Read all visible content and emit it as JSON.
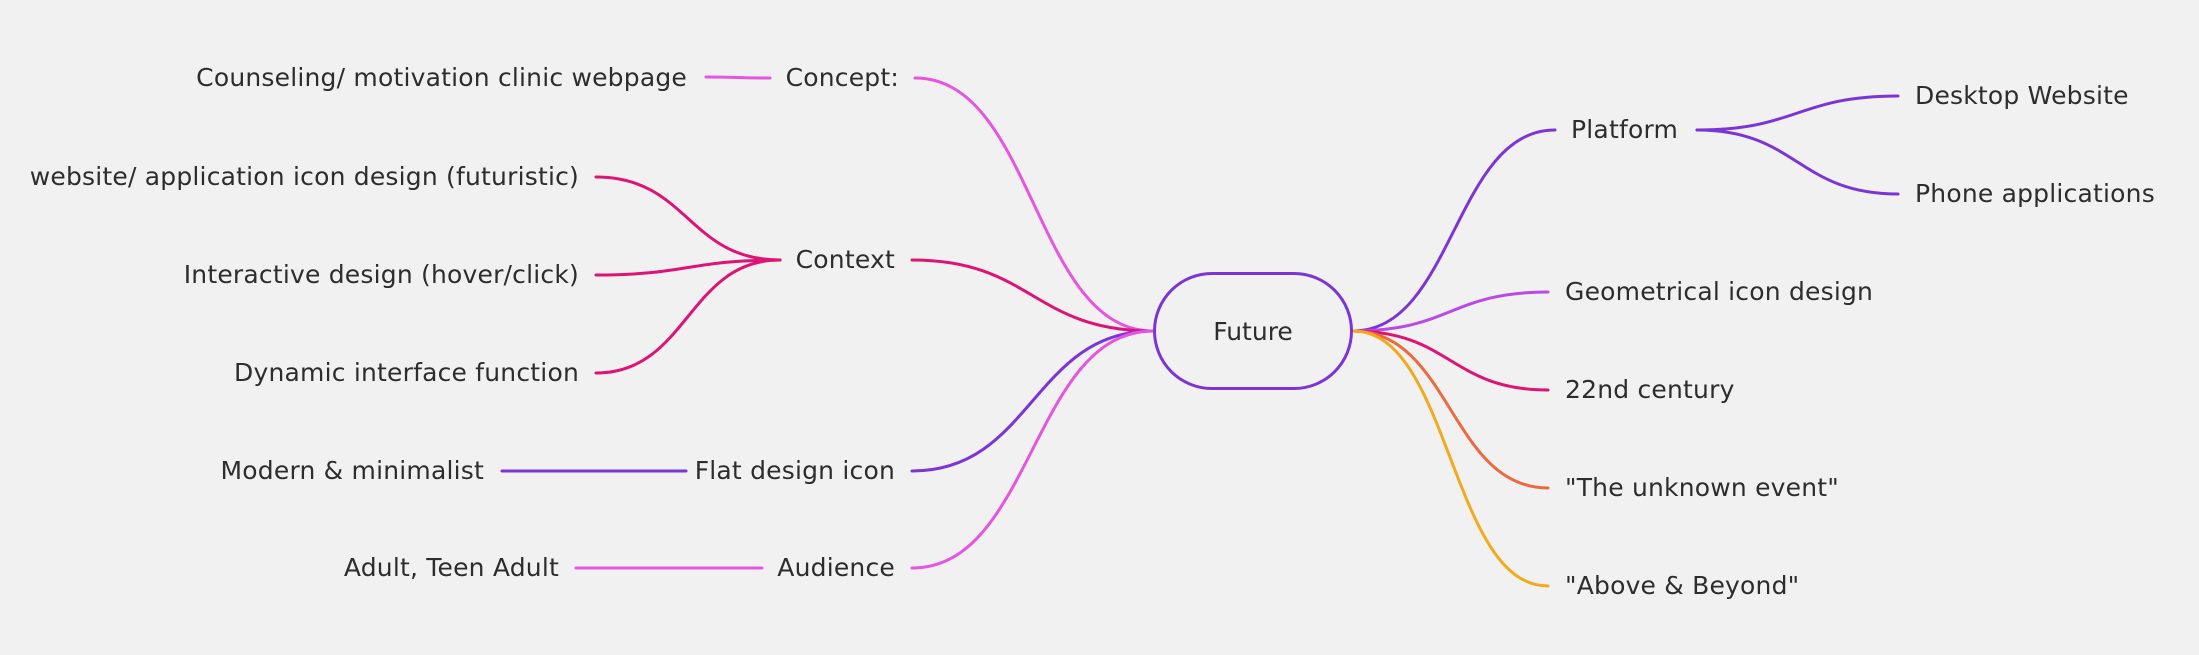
{
  "root": {
    "label": "Future"
  },
  "left": {
    "concept": {
      "label": "Concept:",
      "color": "#e655e0",
      "children": [
        {
          "label": "Counseling/ motivation clinic webpage",
          "color": "#e655e0"
        }
      ]
    },
    "context": {
      "label": "Context",
      "color": "#de1474",
      "children": [
        {
          "label": "website/ application icon design (futuristic)",
          "color": "#de1474"
        },
        {
          "label": "Interactive design (hover/click)",
          "color": "#de1474"
        },
        {
          "label": "Dynamic interface function",
          "color": "#de1474"
        }
      ]
    },
    "flat": {
      "label": "Flat design icon",
      "color": "#7b35d6",
      "children": [
        {
          "label": "Modern & minimalist",
          "color": "#7b35d6"
        }
      ]
    },
    "audience": {
      "label": "Audience",
      "color": "#e655e0",
      "children": [
        {
          "label": "Adult, Teen Adult",
          "color": "#e655e0"
        }
      ]
    }
  },
  "right": {
    "platform": {
      "label": "Platform",
      "color": "#7b35d6",
      "children": [
        {
          "label": "Desktop Website",
          "color": "#7b35d6"
        },
        {
          "label": "Phone applications",
          "color": "#7b35d6"
        }
      ]
    },
    "geometrical": {
      "label": "Geometrical icon design",
      "color": "#b94ae8"
    },
    "century": {
      "label": "22nd century",
      "color": "#de1474"
    },
    "unknown": {
      "label": "\"The unknown event\"",
      "color": "#ec6a3e"
    },
    "beyond": {
      "label": "\"Above & Beyond\"",
      "color": "#f2aa1c"
    }
  }
}
